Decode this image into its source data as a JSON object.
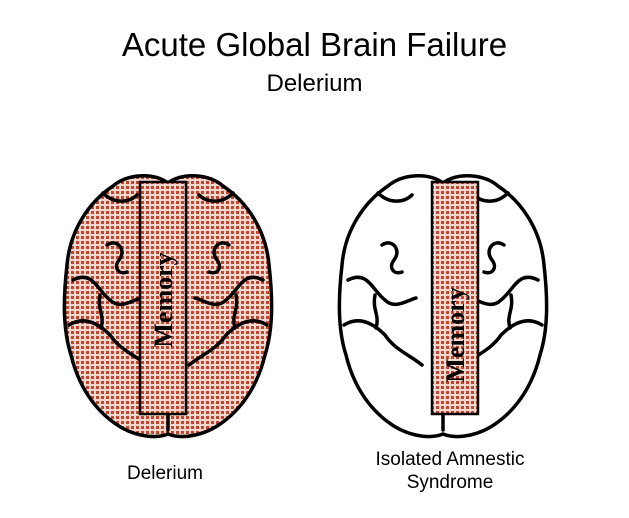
{
  "title": "Acute Global Brain Failure",
  "subtitle": "Delerium",
  "diagrams": [
    {
      "caption": "Delerium",
      "region_label": "Memory",
      "brain_filled": true,
      "fill_color": "#c0462e",
      "pattern_bg": "#f4d8cf"
    },
    {
      "caption": "Isolated Amnestic\nSyndrome",
      "region_label": "Memory",
      "brain_filled": false,
      "fill_color": "#c0462e",
      "pattern_bg": "#f4d8cf"
    }
  ]
}
